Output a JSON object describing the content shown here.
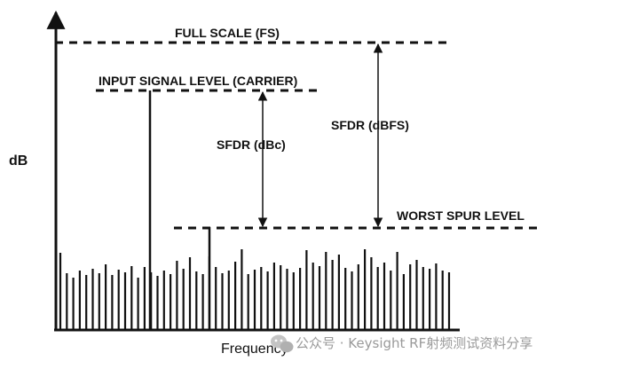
{
  "labels": {
    "full_scale": "FULL SCALE (FS)",
    "input_signal": "INPUT SIGNAL LEVEL (CARRIER)",
    "sfdr_dbc": "SFDR (dBc)",
    "sfdr_dbfs": "SFDR (dBFS)",
    "worst_spur": "WORST SPUR LEVEL",
    "y_axis": "dB",
    "x_axis": "Frequency"
  },
  "watermark": {
    "text": "公众号 · Keysight RF射频测试资料分享",
    "icon": "wechat-icon"
  },
  "colors": {
    "ink": "#111111",
    "watermark": "#9a9a9a",
    "background": "#ffffff"
  }
}
